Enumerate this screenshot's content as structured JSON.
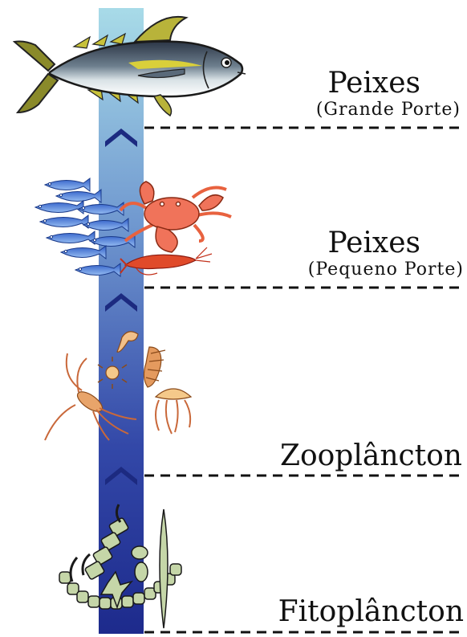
{
  "levels": [
    {
      "title": "Peixes",
      "subtitle": "(Grande Porte)"
    },
    {
      "title": "Peixes",
      "subtitle": "(Pequeno Porte)"
    },
    {
      "title": "Zooplâncton"
    },
    {
      "title": "Fitoplâncton"
    }
  ],
  "colors": {
    "column_top": "#a8dbe8",
    "column_mid": "#5a7fc4",
    "column_bottom": "#1d2a8c",
    "arrow": "#1c2a80",
    "dashed_line": "#111111",
    "phyto": "#c5d6a8",
    "zoo": "#e59a5a",
    "crab": "#f0735a",
    "small_fish": "#5b8fe0",
    "tuna_back": "#2f3b4a",
    "tuna_fin": "#c8c23a"
  },
  "icons": [
    "tuna-icon",
    "small-fish-school-icon",
    "crab-icon",
    "shrimp-icon",
    "zooplankton-icon",
    "phytoplankton-icon",
    "chevron-up-icon"
  ]
}
